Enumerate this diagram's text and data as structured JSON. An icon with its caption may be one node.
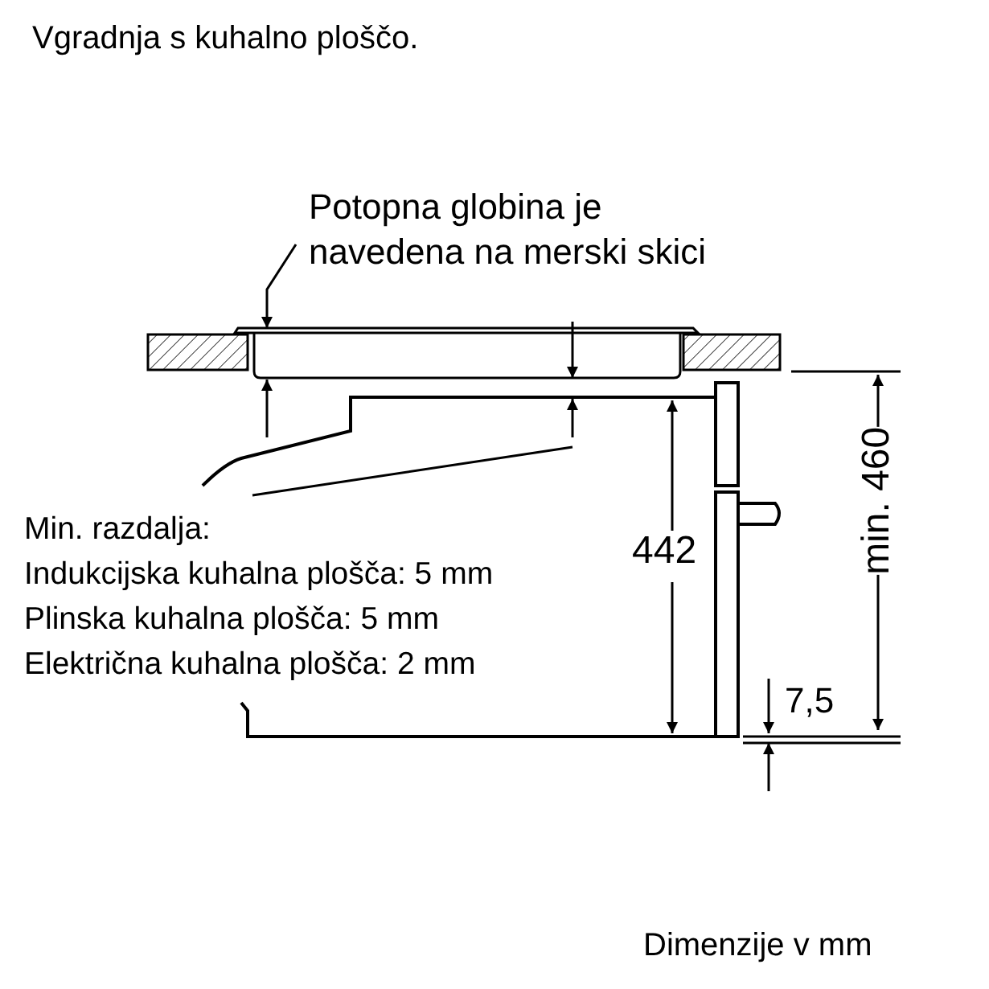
{
  "diagram": {
    "title": "Vgradnja s kuhalno ploščo.",
    "caption": "Dimenzije v mm",
    "nodes": [
      {
        "text": [
          "Potopna globina je navedena na merski skici"
        ]
      },
      {
        "text": [],
        "shape": "picture"
      },
      {
        "text": [
          "Min. razdalja:",
          "Indukcijska kuhalna plošča: 5 mm",
          "Plinska kuhalna plošča: 5 mm",
          "Električna kuhalna plošča: 2 mm"
        ]
      }
    ],
    "edges": [
      {
        "from": 0,
        "to": 1,
        "arrow": "to"
      },
      {
        "from": 2,
        "to": null,
        "arrow": "none"
      }
    ],
    "labels": [
      "442",
      "min. 460",
      "7,5"
    ]
  }
}
